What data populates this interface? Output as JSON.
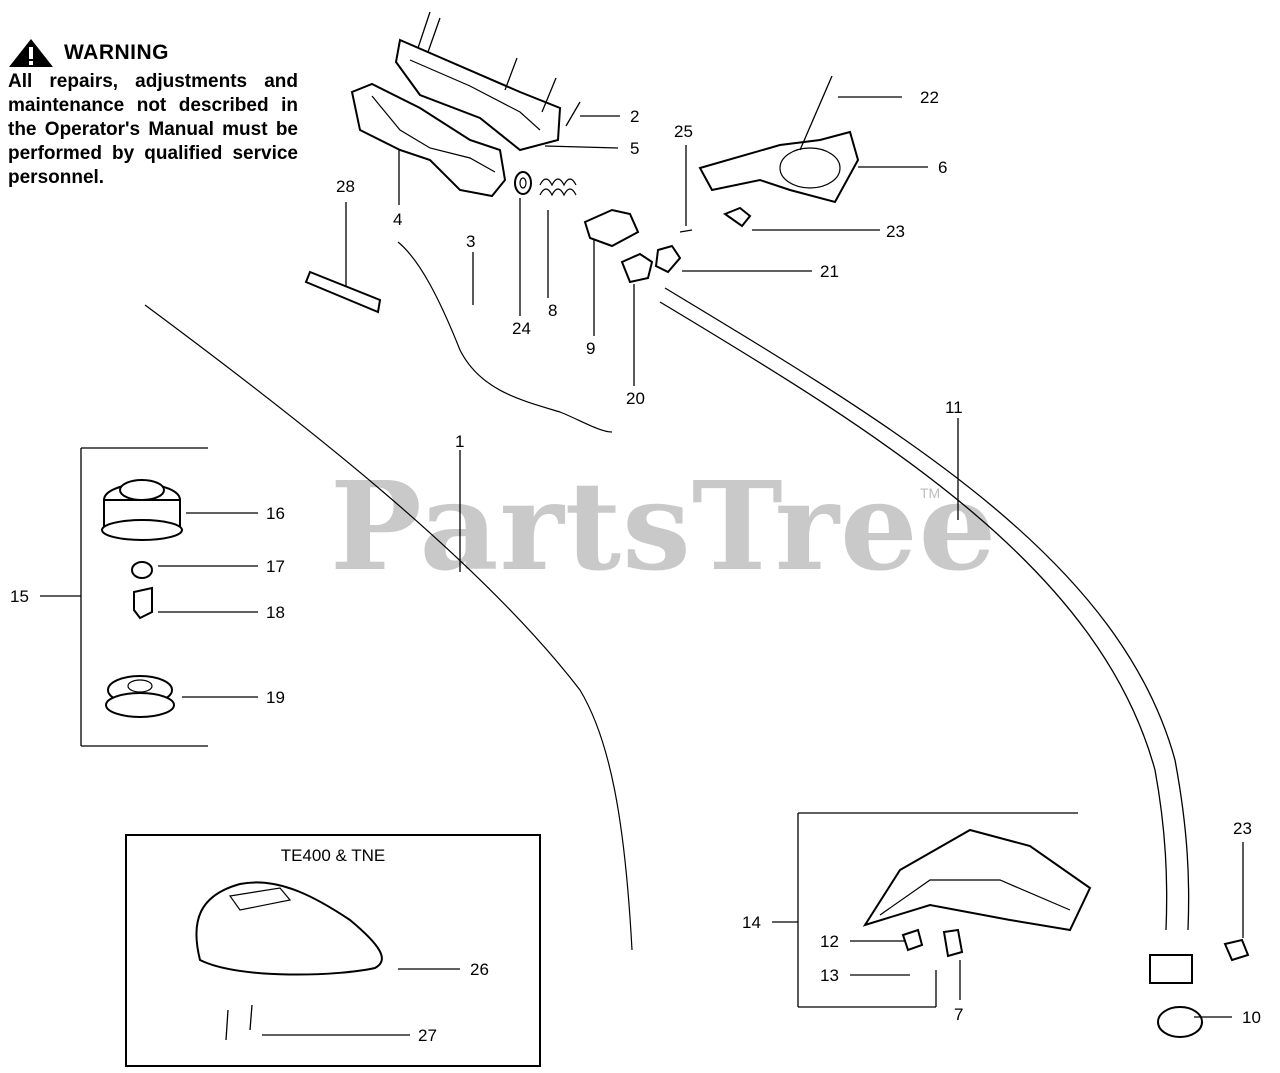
{
  "warning": {
    "title": "WARNING",
    "text": "All repairs, adjustments and maintenance not described in the Operator's Manual must be performed by qualified service personnel."
  },
  "watermark": {
    "text": "PartsTree",
    "tm": "TM"
  },
  "inset": {
    "title": "TE400 & TNE"
  },
  "callouts": [
    "1",
    "2",
    "3",
    "4",
    "5",
    "6",
    "7",
    "8",
    "9",
    "10",
    "11",
    "12",
    "13",
    "14",
    "15",
    "16",
    "17",
    "18",
    "19",
    "20",
    "21",
    "22",
    "23",
    "23",
    "24",
    "25",
    "26",
    "27",
    "28"
  ],
  "colors": {
    "line": "#000000",
    "watermark": "#c9c9c9",
    "background": "#ffffff"
  }
}
